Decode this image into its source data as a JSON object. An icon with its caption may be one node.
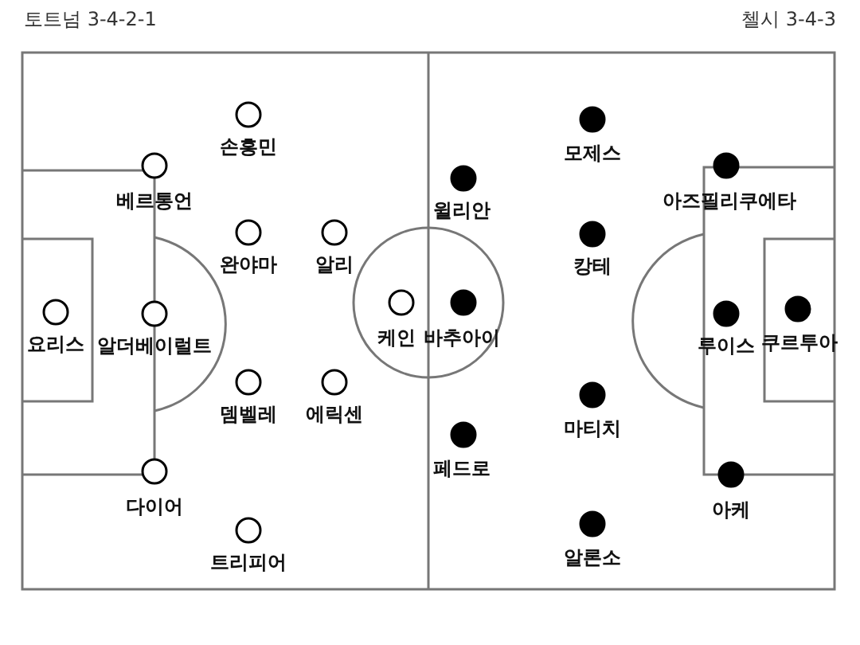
{
  "diagram": {
    "nodes": [
      {
        "text": [
          "요리스"
        ]
      },
      {
        "text": [
          "베르통언"
        ]
      },
      {
        "text": [
          "알더베이럴트"
        ]
      },
      {
        "text": [
          "다이어"
        ]
      },
      {
        "text": [
          "손흥민"
        ]
      },
      {
        "text": [
          "완야마"
        ]
      },
      {
        "text": [
          "뎀벨레"
        ]
      },
      {
        "text": [
          "트리피어"
        ]
      },
      {
        "text": [
          "알리"
        ]
      },
      {
        "text": [
          "에릭센"
        ]
      },
      {
        "text": [
          "케인"
        ]
      },
      {
        "text": [
          "윌리안"
        ]
      },
      {
        "text": [
          "바추아이"
        ]
      },
      {
        "text": [
          "페드로"
        ]
      },
      {
        "text": [
          "모제스"
        ]
      },
      {
        "text": [
          "캉테"
        ]
      },
      {
        "text": [
          "마티치"
        ]
      },
      {
        "text": [
          "알론소"
        ]
      },
      {
        "text": [
          "아즈필리쿠에타"
        ]
      },
      {
        "text": [
          "루이스"
        ]
      },
      {
        "text": [
          "아케"
        ]
      },
      {
        "text": [
          "쿠르투아"
        ]
      }
    ],
    "labels": [
      "토트넘 3-4-2-1",
      "첼시 3-4-3"
    ]
  }
}
